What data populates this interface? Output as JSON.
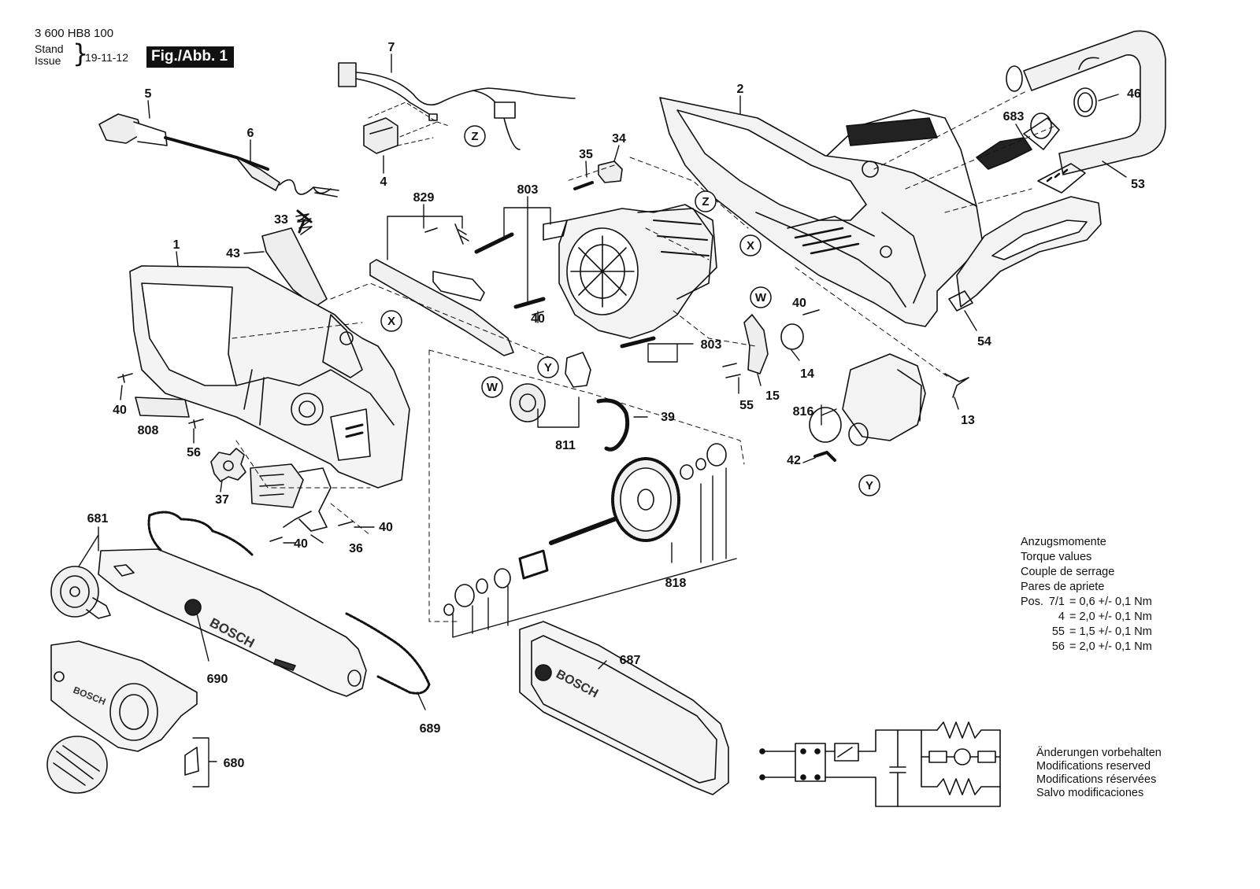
{
  "header": {
    "doc_number": "3 600 HB8 100",
    "stand_label_1": "Stand",
    "stand_label_2": "Issue",
    "brace": "}",
    "date": "19-11-12",
    "figure": "Fig./Abb. 1"
  },
  "callouts": [
    {
      "id": "c7",
      "text": "7"
    },
    {
      "id": "c5",
      "text": "5"
    },
    {
      "id": "c6",
      "text": "6"
    },
    {
      "id": "c4",
      "text": "4"
    },
    {
      "id": "c2",
      "text": "2"
    },
    {
      "id": "c46",
      "text": "46"
    },
    {
      "id": "c683",
      "text": "683"
    },
    {
      "id": "c53",
      "text": "53"
    },
    {
      "id": "c34",
      "text": "34"
    },
    {
      "id": "c35",
      "text": "35"
    },
    {
      "id": "c829",
      "text": "829"
    },
    {
      "id": "c803a",
      "text": "803"
    },
    {
      "id": "c803b",
      "text": "803"
    },
    {
      "id": "c33",
      "text": "33"
    },
    {
      "id": "c43",
      "text": "43"
    },
    {
      "id": "c1",
      "text": "1"
    },
    {
      "id": "c40a",
      "text": "40"
    },
    {
      "id": "c40b",
      "text": "40"
    },
    {
      "id": "c40c",
      "text": "40"
    },
    {
      "id": "c40d",
      "text": "40"
    },
    {
      "id": "c40e",
      "text": "40"
    },
    {
      "id": "c808",
      "text": "808"
    },
    {
      "id": "c56",
      "text": "56"
    },
    {
      "id": "c37",
      "text": "37"
    },
    {
      "id": "c36",
      "text": "36"
    },
    {
      "id": "c681",
      "text": "681"
    },
    {
      "id": "c690",
      "text": "690"
    },
    {
      "id": "c689",
      "text": "689"
    },
    {
      "id": "c680",
      "text": "680"
    },
    {
      "id": "c687",
      "text": "687"
    },
    {
      "id": "c811",
      "text": "811"
    },
    {
      "id": "c39",
      "text": "39"
    },
    {
      "id": "c818",
      "text": "818"
    },
    {
      "id": "c14",
      "text": "14"
    },
    {
      "id": "c15",
      "text": "15"
    },
    {
      "id": "c55",
      "text": "55"
    },
    {
      "id": "c54",
      "text": "54"
    },
    {
      "id": "c816",
      "text": "816"
    },
    {
      "id": "c13",
      "text": "13"
    },
    {
      "id": "c42",
      "text": "42"
    }
  ],
  "circle_markers": [
    {
      "id": "mZ1",
      "text": "Z"
    },
    {
      "id": "mZ2",
      "text": "Z"
    },
    {
      "id": "mX1",
      "text": "X"
    },
    {
      "id": "mX2",
      "text": "X"
    },
    {
      "id": "mW1",
      "text": "W"
    },
    {
      "id": "mW2",
      "text": "W"
    },
    {
      "id": "mY1",
      "text": "Y"
    },
    {
      "id": "mY2",
      "text": "Y"
    }
  ],
  "bar_brand": "BOSCH",
  "cover_brand": "BOSCH",
  "guard_brand": "BOSCH",
  "torque": {
    "title_de": "Anzugsmomente",
    "title_en": "Torque values",
    "title_fr": "Couple de serrage",
    "title_es": "Pares de apriete",
    "pos_label": "Pos.",
    "rows": [
      {
        "pos": "7/1",
        "value": "= 0,6 +/- 0,1 Nm"
      },
      {
        "pos": "4",
        "value": "= 2,0 +/- 0,1 Nm"
      },
      {
        "pos": "55",
        "value": "= 1,5 +/- 0,1 Nm"
      },
      {
        "pos": "56",
        "value": "= 2,0 +/- 0,1 Nm"
      }
    ]
  },
  "modifications": [
    "Änderungen vorbehalten",
    "Modifications reserved",
    "Modifications réservées",
    "Salvo modificaciones"
  ]
}
